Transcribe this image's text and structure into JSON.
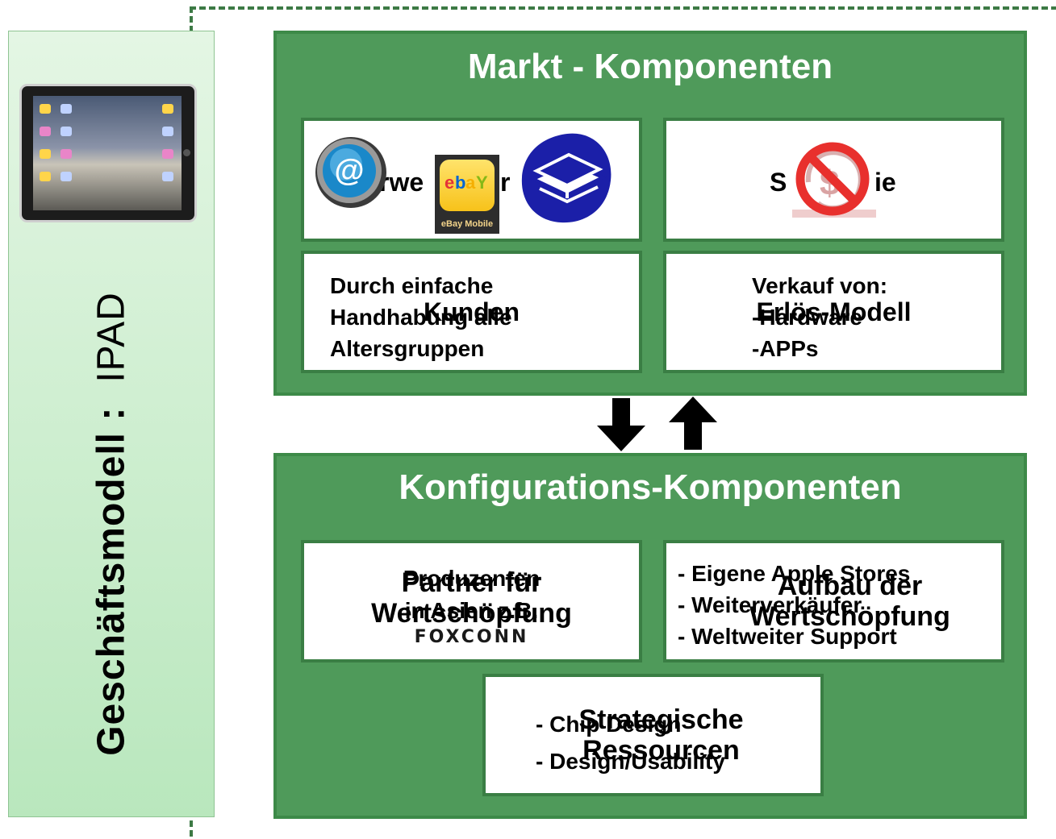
{
  "sidebar": {
    "title": "Geschäftsmodell :",
    "subtitle": "IPAD"
  },
  "markt": {
    "title": "Markt - Komponenten",
    "nutzen": {
      "heading_start": "rwe",
      "heading_end": "r"
    },
    "strategie": {
      "heading_start": "S",
      "heading_end": "ie"
    },
    "kunden": {
      "heading": "Kunden",
      "lines": [
        "Durch einfache",
        "Handhabung alle",
        "Altersgruppen"
      ]
    },
    "erloes": {
      "heading": "Erlös-Modell",
      "lines": [
        "Verkauf von:",
        "-Hardware",
        "-APPs"
      ]
    }
  },
  "konfiguration": {
    "title": "Konfigurations-Komponenten",
    "partner": {
      "heading": "Partner für Wertschöpfung",
      "lines": [
        "Produzenten",
        "in Asien z.B."
      ],
      "logo": "FOXCONN"
    },
    "aufbau": {
      "heading": "Aufbau der Wertschöpfung",
      "lines": [
        "- Eigene Apple Stores",
        "- Weiterverkäufer",
        "- Weltweiter Support"
      ]
    },
    "ressourcen": {
      "heading": "Strategische Ressourcen",
      "lines": [
        "- Chip Design",
        "- Design/Usability"
      ]
    }
  },
  "icons": {
    "ebay_caption": "eBay Mobile"
  },
  "colors": {
    "panel_green": "#4f9a5a",
    "border_green": "#3a7e44",
    "sidebar_green": "#b9e7bd",
    "dashed_green": "#3d7a45"
  }
}
